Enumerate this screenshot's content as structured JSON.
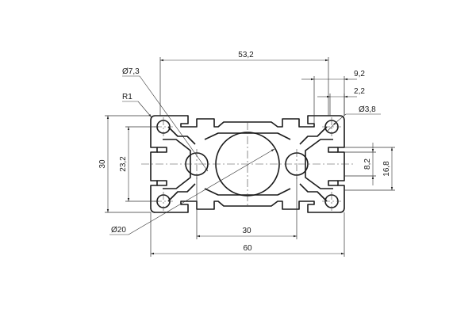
{
  "dimensions": {
    "overall_width": "60",
    "bore_spacing": "30",
    "slot_span": "53,2",
    "height": "30",
    "hole_spacing": "23,2",
    "slot_width": "8,2",
    "slot_depth": "16,8",
    "flange": "9,2",
    "lip": "2,2",
    "bore_dia": "Ø20",
    "side_bore_dia": "Ø7,3",
    "corner_hole_dia": "Ø3,8",
    "corner_radius": "R1"
  }
}
